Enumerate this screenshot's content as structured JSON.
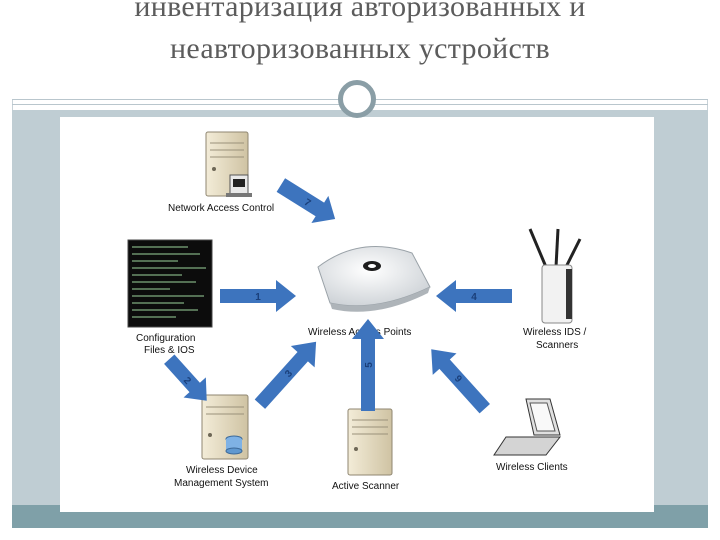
{
  "slide": {
    "title_line1": "инвентаризация авторизованных и",
    "title_line2": "неавторизованных устройств"
  },
  "diagram": {
    "nodes": {
      "nac": "Network Access Control",
      "config_line1": "Configuration",
      "config_line2": "Files & IOS",
      "wap": "Wireless Access Points",
      "ids_line1": "Wireless IDS /",
      "ids_line2": "Scanners",
      "wdms_line1": "Wireless Device",
      "wdms_line2": "Management System",
      "scanner": "Active Scanner",
      "clients": "Wireless Clients"
    },
    "arrows": {
      "a1": "1",
      "a2": "2",
      "a3": "3",
      "a4": "4",
      "a5": "5",
      "a6": "6",
      "a7": "7"
    },
    "colors": {
      "arrow": "#3d74be",
      "server": "#e8dfc6",
      "terminal": "#0c0c0c"
    }
  }
}
